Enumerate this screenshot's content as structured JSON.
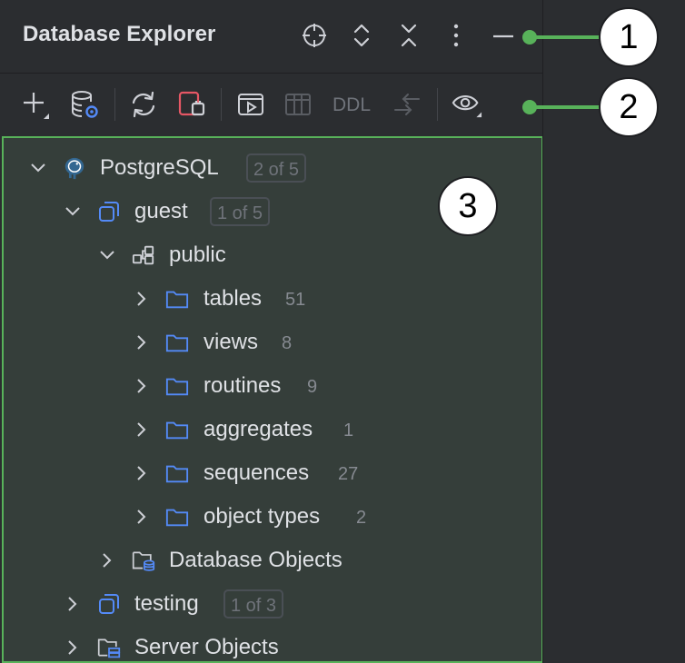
{
  "header": {
    "title": "Database Explorer",
    "icons": [
      "crosshair-icon",
      "expand-all-icon",
      "collapse-all-icon",
      "more-options-icon",
      "minimize-icon"
    ]
  },
  "toolbar": {
    "icons": [
      "add-icon",
      "data-source-properties-icon",
      "refresh-icon",
      "disconnect-icon",
      "jump-to-query-console-icon",
      "edit-data-icon",
      "compare-icon",
      "view-options-icon"
    ],
    "ddl_label": "DDL"
  },
  "tree": {
    "postgres": {
      "label": "PostgreSQL",
      "badge": "2 of 5"
    },
    "guest": {
      "label": "guest",
      "badge": "1 of 5"
    },
    "public": {
      "label": "public"
    },
    "folders": [
      {
        "label": "tables",
        "count": "51"
      },
      {
        "label": "views",
        "count": "8"
      },
      {
        "label": "routines",
        "count": "9"
      },
      {
        "label": "aggregates",
        "count": "1"
      },
      {
        "label": "sequences",
        "count": "27"
      },
      {
        "label": "object types",
        "count": "2"
      }
    ],
    "database_objects": {
      "label": "Database Objects"
    },
    "testing": {
      "label": "testing",
      "badge": "1 of 3"
    },
    "server_objects": {
      "label": "Server Objects"
    }
  },
  "callouts": [
    "1",
    "2",
    "3"
  ],
  "colors": {
    "background": "#2b2d30",
    "tree_highlight": "#353e3a",
    "callout_green": "#58b25a",
    "folder_blue": "#548af7",
    "muted_text": "#868a91"
  }
}
